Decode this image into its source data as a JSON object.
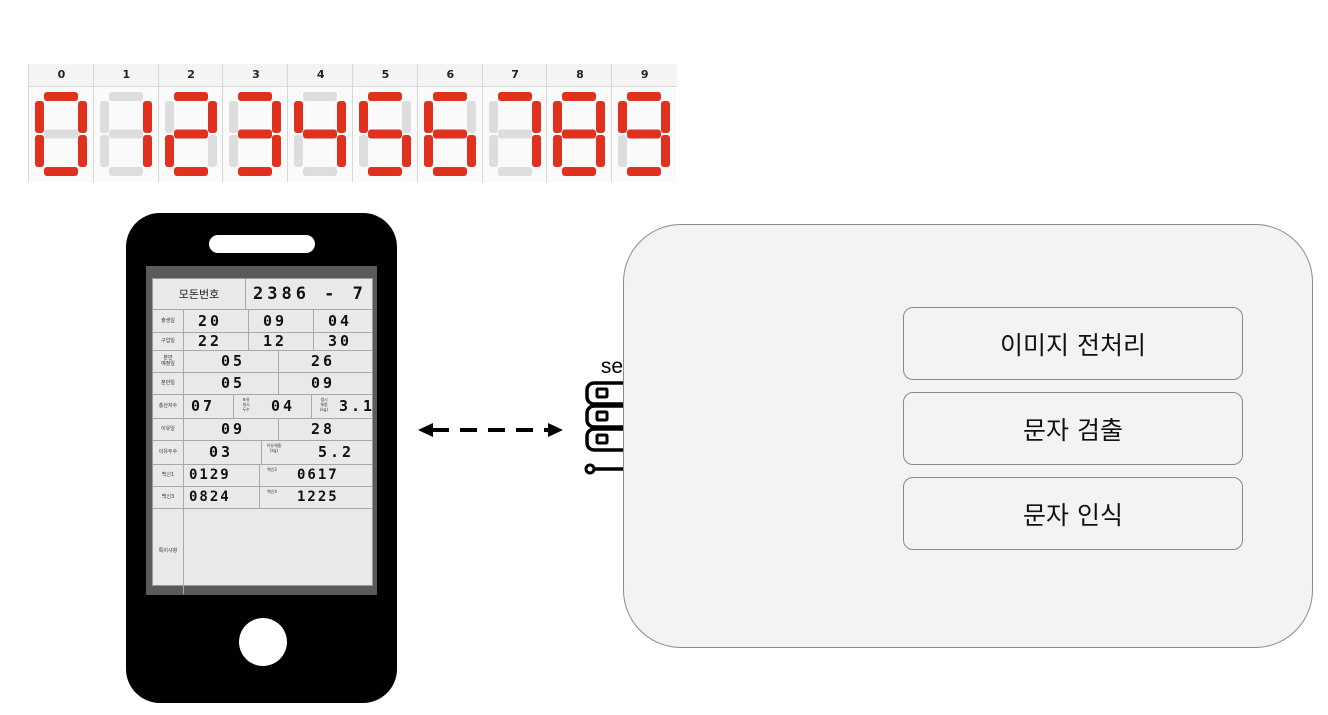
{
  "digit_strip": {
    "headers": [
      "0",
      "1",
      "2",
      "3",
      "4",
      "5",
      "6",
      "7",
      "8",
      "9"
    ],
    "digits": [
      0,
      1,
      2,
      3,
      4,
      5,
      6,
      7,
      8,
      9
    ],
    "on_color": "#e0301e",
    "off_color": "#dddddd"
  },
  "phone": {
    "form": {
      "title_label": "모돈번호",
      "title_value": "2386 - 7",
      "rows": [
        {
          "label": "출생일",
          "values": [
            "20",
            "09",
            "04"
          ]
        },
        {
          "label": "구입일",
          "values": [
            "22",
            "12",
            "30"
          ]
        },
        {
          "label": "분만\n예정일",
          "values": [
            "05",
            "26"
          ]
        },
        {
          "label": "분만일",
          "values": [
            "05",
            "09"
          ]
        },
        {
          "label": "총산자수",
          "values": [
            "07",
            "04",
            "3.1"
          ],
          "sub_labels": [
            "포유\n개시\n두수",
            "생시\n체중\n(kg)"
          ]
        },
        {
          "label": "이유일",
          "values": [
            "09",
            "28"
          ]
        },
        {
          "label": "이유두수",
          "values": [
            "03",
            "5.2"
          ],
          "sub_labels": [
            "이유체중\n(kg)"
          ]
        },
        {
          "label": "백신1",
          "values": [
            "0129",
            "0617"
          ],
          "sub_labels": [
            "백신2"
          ]
        },
        {
          "label": "백신3",
          "values": [
            "0824",
            "1225"
          ],
          "sub_labels": [
            "백신4"
          ]
        },
        {
          "label": "특이사항",
          "values": []
        }
      ]
    }
  },
  "server": {
    "label": "server",
    "icon": "server-rack-icon"
  },
  "arrows": {
    "phone_server": "bidirectional-dashed-arrow",
    "server_box": "dashed-line"
  },
  "processing_box": {
    "steps": [
      "이미지 전처리",
      "문자 검출",
      "문자 인식"
    ]
  }
}
